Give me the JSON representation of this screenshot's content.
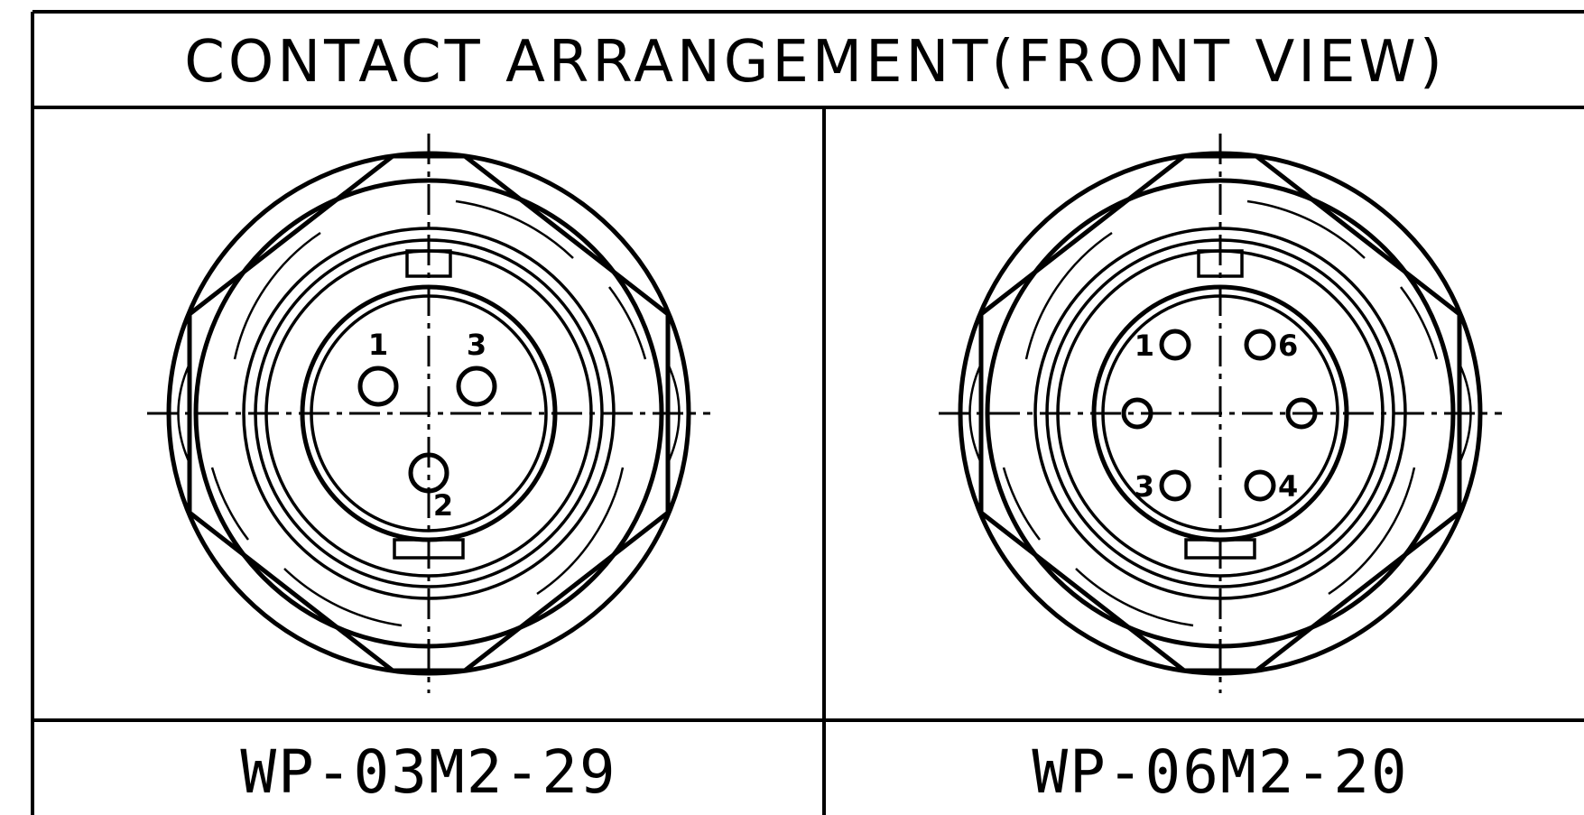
{
  "title": "CONTACT ARRANGEMENT(FRONT VIEW)",
  "connectors": [
    {
      "part_number": "WP-03M2-29",
      "pins": [
        {
          "label": "1"
        },
        {
          "label": "3"
        },
        {
          "label": "2"
        }
      ]
    },
    {
      "part_number": "WP-06M2-20",
      "pins": [
        {
          "label": "1"
        },
        {
          "label": "6"
        },
        {
          "label": "3"
        },
        {
          "label": "4"
        }
      ]
    }
  ]
}
